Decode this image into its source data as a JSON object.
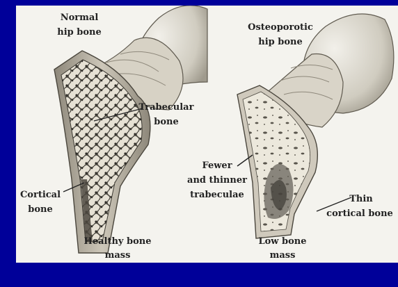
{
  "labels": {
    "normal_title_1": "Normal",
    "normal_title_2": "hip bone",
    "trabecular_1": "Trabecular",
    "trabecular_2": "bone",
    "cortical_1": "Cortical",
    "cortical_2": "bone",
    "healthy_1": "Healthy bone",
    "healthy_2": "mass",
    "osteo_title_1": "Osteoporotic",
    "osteo_title_2": "hip bone",
    "fewer_1": "Fewer",
    "fewer_2": "and thinner",
    "fewer_3": "trabeculae",
    "thin_1": "Thin",
    "thin_2": "cortical bone",
    "low_1": "Low bone",
    "low_2": "mass"
  },
  "colors": {
    "slide_background": "#000099",
    "panel_background": "#f4f3ee",
    "label_text": "#222222"
  }
}
